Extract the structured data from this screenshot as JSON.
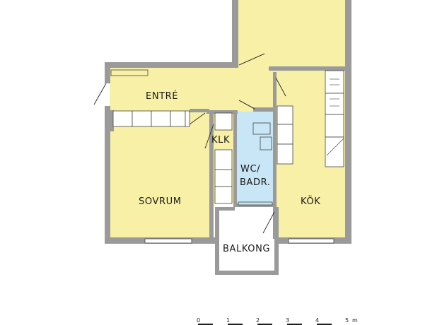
{
  "colors": {
    "floor": "#f7f0a6",
    "wet_room": "#c8e6f5",
    "wall": "#9a9a9a",
    "line": "#444444",
    "furniture": "#ffffff"
  },
  "rooms": {
    "entre": "ENTRÉ",
    "klk": "KLK",
    "wc_line1": "WC/",
    "wc_line2": "BADR.",
    "sovrum": "SOVRUM",
    "kok": "KÖK",
    "balkong": "BALKONG"
  },
  "scale_bar": {
    "ticks": [
      "0",
      "1",
      "2",
      "3",
      "4",
      "5"
    ],
    "unit": "m"
  }
}
